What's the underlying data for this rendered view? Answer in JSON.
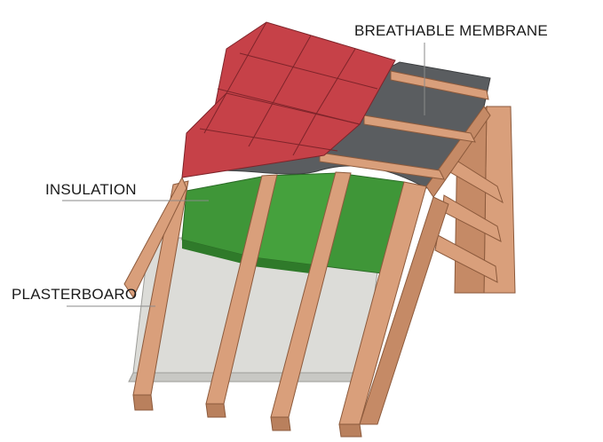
{
  "labels": {
    "breathable_membrane": "BREATHABLE MEMBRANE",
    "insulation": "INSULATION",
    "plasterboard": "PLASTERBOARO"
  },
  "colors": {
    "tile": "#c64148",
    "tile_dark": "#a23038",
    "membrane": "#5a5d60",
    "insulation": "#3f9638",
    "plasterboard": "#dcdcd8",
    "timber": "#d99f7b",
    "timber_dark": "#b9805d",
    "leader_line": "#8a8a8a"
  }
}
